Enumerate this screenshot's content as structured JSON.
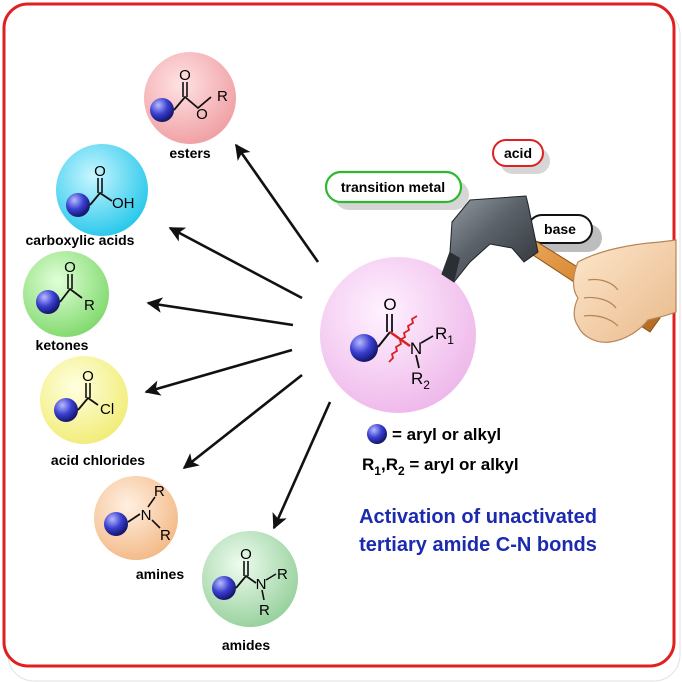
{
  "products": [
    {
      "label": "esters",
      "groups": [
        "O",
        "O",
        "R"
      ]
    },
    {
      "label": "carboxylic acids",
      "groups": [
        "O",
        "OH"
      ]
    },
    {
      "label": "ketones",
      "groups": [
        "O",
        "R"
      ]
    },
    {
      "label": "acid chlorides",
      "groups": [
        "O",
        "Cl"
      ]
    },
    {
      "label": "amines",
      "groups": [
        "R",
        "N",
        "R"
      ]
    },
    {
      "label": "amides",
      "groups": [
        "O",
        "N",
        "R",
        "R"
      ]
    }
  ],
  "substrate": {
    "oxygen": "O",
    "nitrogen": "N",
    "r1": "R",
    "r1_sub": "1",
    "r2": "R",
    "r2_sub": "2"
  },
  "legend": {
    "ball_text": "= aryl or alkyl",
    "r_prefix_1": "R",
    "r_sub_1": "1",
    "r_sep": ",",
    "r_prefix_2": "R",
    "r_sub_2": "2",
    "r_text": " = aryl or alkyl"
  },
  "activators": {
    "acid": "acid",
    "transition_metal": "transition metal",
    "base": "base"
  },
  "caption": {
    "line1": "Activation of unactivated",
    "line2": "tertiary amide C-N bonds"
  },
  "colors": {
    "frame": "#e0201e",
    "ester_bubble": "#f4a3a6",
    "acid_bubble": "#3fd4ee",
    "ketone_bubble": "#8fdc7c",
    "chloride_bubble": "#f4f08a",
    "amine_bubble": "#f5c49c",
    "amide_bubble": "#a8d8ac",
    "substrate_bubble": "#f2c6f0",
    "ball": "#3a3fd0",
    "bond_red": "#d8201e",
    "caption": "#1c2ab0"
  }
}
